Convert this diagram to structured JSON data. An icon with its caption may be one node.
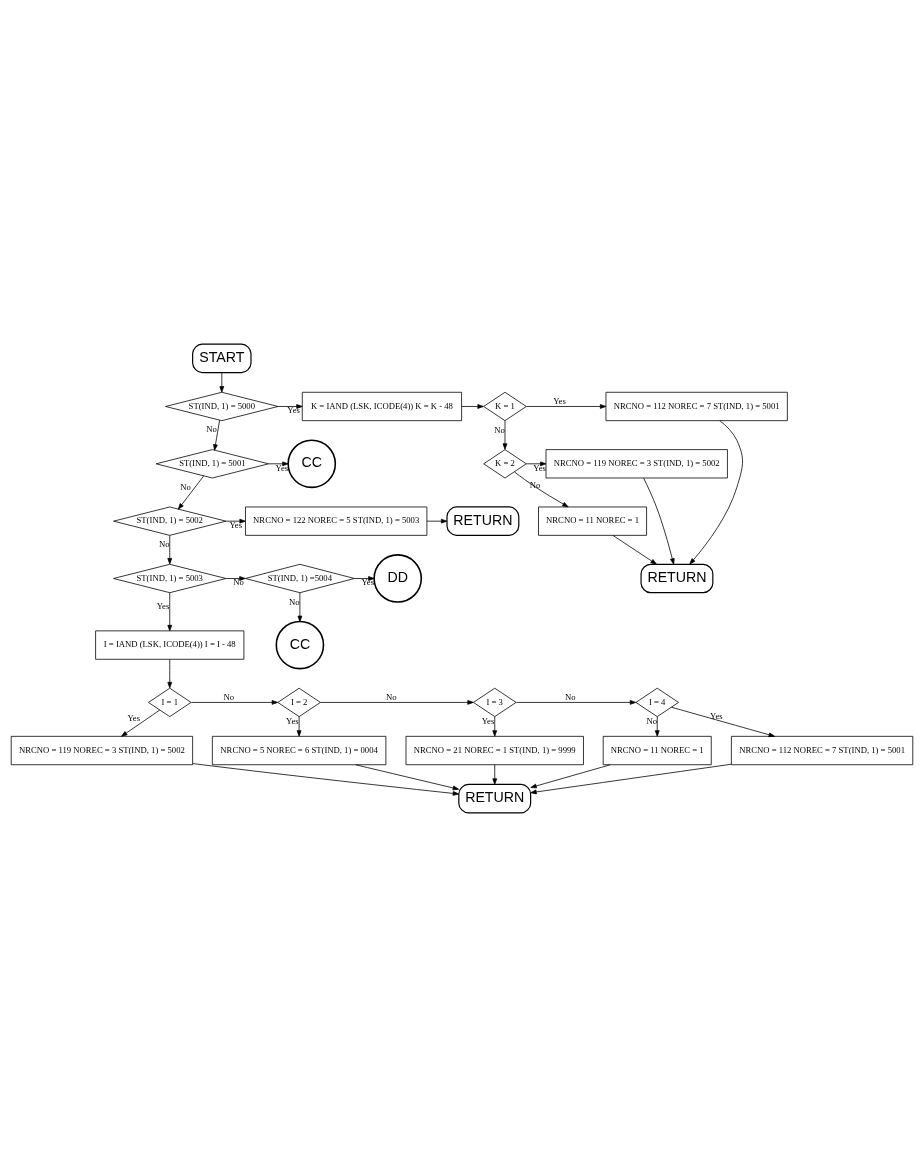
{
  "diagram": {
    "nodes": [
      {
        "text": [
          "START"
        ]
      },
      {
        "text": [
          "ST(IND, 1) = 5000"
        ]
      },
      {
        "text": [
          "K = IAND (LSK, ICODE(4)) K = K - 48"
        ]
      },
      {
        "text": [
          "K = 1"
        ]
      },
      {
        "text": [
          "NRCNO = 112 NOREC = 7 ST(IND, 1) = 5001"
        ]
      },
      {
        "text": [
          "K = 2"
        ]
      },
      {
        "text": [
          "NRCNO = 119 NOREC = 3 ST(IND, 1) = 5002"
        ]
      },
      {
        "text": [
          "NRCNO = 11 NOREC = 1"
        ]
      },
      {
        "text": [
          "RETURN"
        ]
      },
      {
        "text": [
          "ST(IND, 1) = 5001"
        ]
      },
      {
        "text": [
          "CC"
        ]
      },
      {
        "text": [
          "ST(IND, 1) = 5002"
        ]
      },
      {
        "text": [
          "NRCNO = 122 NOREC = 5 ST(IND, 1) = 5003"
        ]
      },
      {
        "text": [
          "RETURN"
        ]
      },
      {
        "text": [
          "ST(IND, 1) = 5003"
        ]
      },
      {
        "text": [
          "ST(IND, 1) =5004"
        ]
      },
      {
        "text": [
          "DD"
        ]
      },
      {
        "text": [
          "CC"
        ]
      },
      {
        "text": [
          "I = IAND (LSK, ICODE(4)) I = I - 48"
        ]
      },
      {
        "text": [
          "I = 1"
        ]
      },
      {
        "text": [
          "I = 2"
        ]
      },
      {
        "text": [
          "I = 3"
        ]
      },
      {
        "text": [
          "I = 4"
        ]
      },
      {
        "text": [
          "NRCNO = 119 NOREC = 3 ST(IND, 1) = 5002"
        ]
      },
      {
        "text": [
          "NRCNO = 5 NOREC = 6 ST(IND, 1) = 0004"
        ]
      },
      {
        "text": [
          "NRCNO = 21 NOREC = 1 ST(IND, 1) = 9999"
        ]
      },
      {
        "text": [
          "NRCNO = 112 NOREC = 7 ST(IND, 1) = 5001"
        ]
      },
      {
        "text": [
          "NRCNO = 11 NOREC = 1"
        ]
      },
      {
        "text": [
          "RETURN"
        ]
      }
    ],
    "edges": [
      {
        "from": 0,
        "to": 1,
        "arrow": "to"
      },
      {
        "from": 1,
        "to": 2,
        "arrow": "to",
        "label": "Yes"
      },
      {
        "from": 2,
        "to": 3,
        "arrow": "to"
      },
      {
        "from": 3,
        "to": 4,
        "arrow": "to",
        "label": "Yes"
      },
      {
        "from": 3,
        "to": 5,
        "arrow": "to",
        "label": "No"
      },
      {
        "from": 5,
        "to": 6,
        "arrow": "to",
        "label": "Yes"
      },
      {
        "from": 5,
        "to": 7,
        "arrow": "to",
        "label": "No"
      },
      {
        "from": 4,
        "to": 8,
        "arrow": "to"
      },
      {
        "from": 6,
        "to": 8,
        "arrow": "to"
      },
      {
        "from": 7,
        "to": 8,
        "arrow": "to"
      },
      {
        "from": 1,
        "to": 9,
        "arrow": "to",
        "label": "No"
      },
      {
        "from": 9,
        "to": 10,
        "arrow": "to",
        "label": "Yes"
      },
      {
        "from": 9,
        "to": 11,
        "arrow": "to",
        "label": "No"
      },
      {
        "from": 11,
        "to": 12,
        "arrow": "to",
        "label": "Yes"
      },
      {
        "from": 12,
        "to": 13,
        "arrow": "to"
      },
      {
        "from": 11,
        "to": 14,
        "arrow": "to",
        "label": "No"
      },
      {
        "from": 14,
        "to": 15,
        "arrow": "to",
        "label": "No"
      },
      {
        "from": 15,
        "to": 16,
        "arrow": "to",
        "label": "Yes"
      },
      {
        "from": 15,
        "to": 17,
        "arrow": "to",
        "label": "No"
      },
      {
        "from": 14,
        "to": 18,
        "arrow": "to",
        "label": "Yes"
      },
      {
        "from": 18,
        "to": 19,
        "arrow": "to"
      },
      {
        "from": 19,
        "to": 23,
        "arrow": "to",
        "label": "Yes"
      },
      {
        "from": 19,
        "to": 20,
        "arrow": "to",
        "label": "No"
      },
      {
        "from": 20,
        "to": 24,
        "arrow": "to",
        "label": "Yes"
      },
      {
        "from": 20,
        "to": 21,
        "arrow": "to",
        "label": "No"
      },
      {
        "from": 21,
        "to": 25,
        "arrow": "to",
        "label": "Yes"
      },
      {
        "from": 21,
        "to": 22,
        "arrow": "to",
        "label": "No"
      },
      {
        "from": 22,
        "to": 26,
        "arrow": "to",
        "label": "Yes"
      },
      {
        "from": 22,
        "to": 27,
        "arrow": "to",
        "label": "No"
      },
      {
        "from": 23,
        "to": 28,
        "arrow": "to"
      },
      {
        "from": 24,
        "to": 28,
        "arrow": "to"
      },
      {
        "from": 25,
        "to": 28,
        "arrow": "to"
      },
      {
        "from": 26,
        "to": 28,
        "arrow": "to"
      },
      {
        "from": 27,
        "to": 28,
        "arrow": "to"
      }
    ]
  }
}
